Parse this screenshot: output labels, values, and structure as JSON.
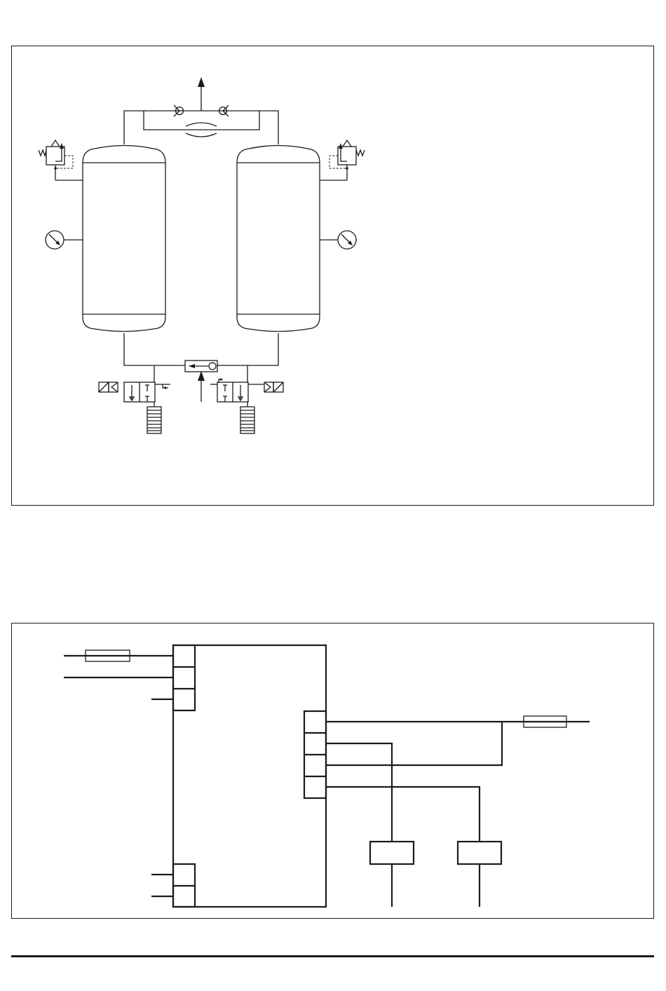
{
  "diagrams": {
    "pneumatic": {
      "components": [
        "vessel-left",
        "vessel-right",
        "pressure-gauge-left",
        "pressure-gauge-right",
        "safety-valve-left",
        "safety-valve-right",
        "shuttle-check-valve-outlet",
        "shuttle-check-valve-inlet",
        "purge-orifice",
        "solenoid-valve-left",
        "solenoid-valve-right",
        "silencer-left",
        "silencer-right"
      ]
    },
    "electrical": {
      "components": [
        "controller",
        "fuse-input",
        "fuse-output",
        "relay-coil-1",
        "relay-coil-2"
      ]
    }
  },
  "colors": {
    "line": "#1a1a1a",
    "background": "#ffffff"
  }
}
